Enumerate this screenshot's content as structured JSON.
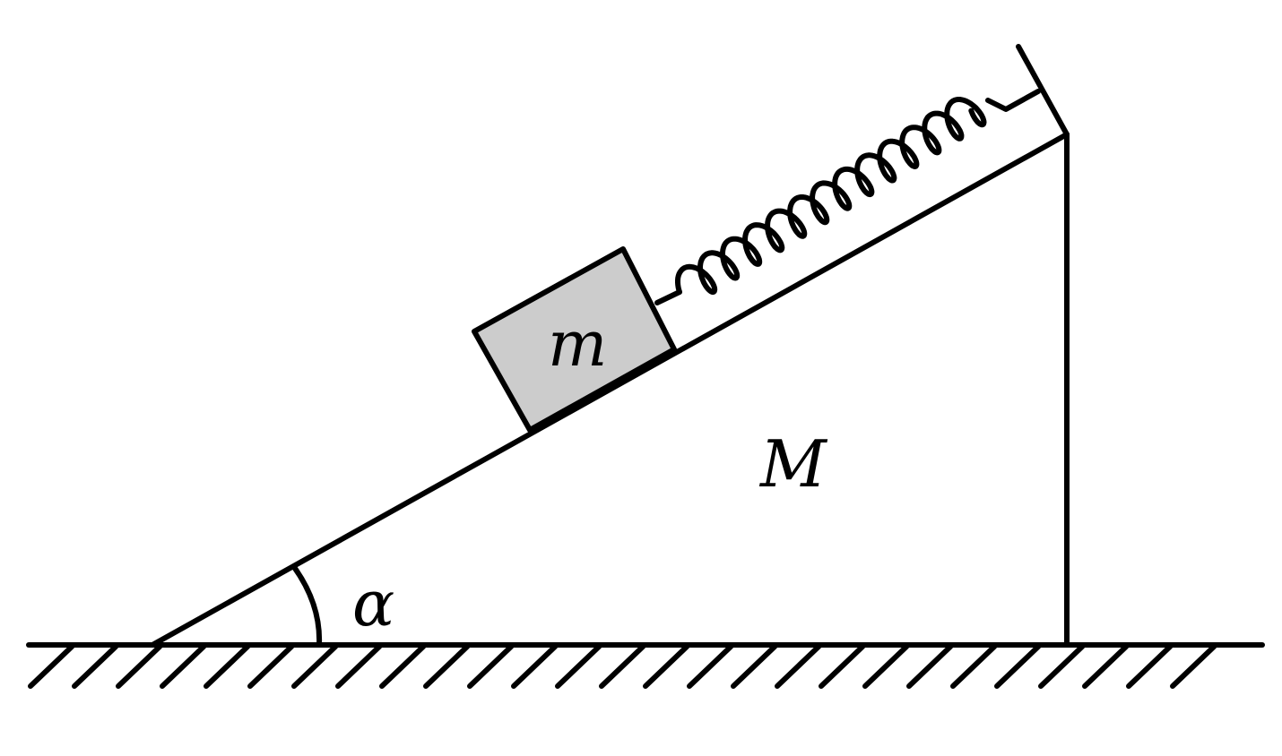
{
  "labels": {
    "block_mass": "m",
    "wedge_mass": "M",
    "incline_angle": "α"
  },
  "colors": {
    "line": "#000000",
    "block_fill": "#cccccc",
    "background": "#ffffff"
  }
}
